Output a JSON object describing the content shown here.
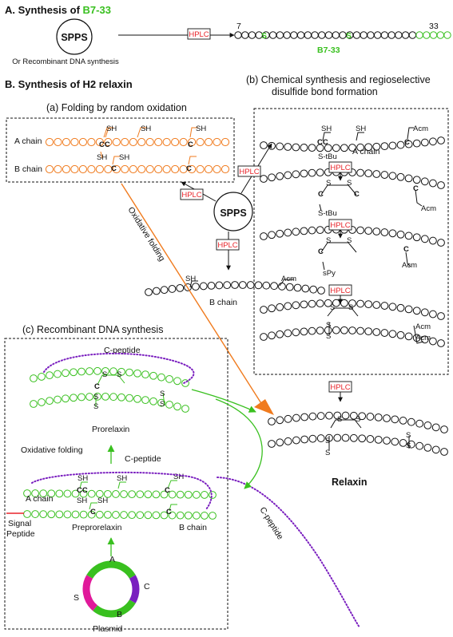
{
  "colors": {
    "green": "#39c01f",
    "orange": "#f07b1e",
    "purple": "#7a1fbf",
    "magenta": "#e0199a",
    "red": "#e8242a",
    "black": "#111111"
  },
  "section_a": {
    "title_prefix": "A. Synthesis of ",
    "title_highlight": "B7-33",
    "spps": "SPPS",
    "alt_method": "Or Recombinant DNA synthesis",
    "hplc": "HPLC",
    "start_num": "7",
    "end_num": "33",
    "s_label": "S",
    "chain_label": "B7-33"
  },
  "section_b": {
    "title": "B. Synthesis of H2 relaxin",
    "panel_a_title": "(a) Folding by random oxidation",
    "panel_b_title_line1": "(b) Chemical synthesis and regioselective",
    "panel_b_title_line2": "disulfide bond formation",
    "panel_c_title": "(c) Recombinant DNA synthesis",
    "a_chain": "A chain",
    "b_chain": "B chain",
    "sh": "SH",
    "c": "C",
    "cc": "CC",
    "s": "S",
    "acm": "Acm",
    "stbu": "S-tBu",
    "spy": "sPy",
    "hplc": "HPLC",
    "spps": "SPPS",
    "oxidative_folding": "Oxidative folding",
    "relaxin": "Relaxin",
    "c_peptide": "C-peptide",
    "prorelaxin": "Prorelaxin",
    "preprorelaxin": "Preprorelaxin",
    "signal_peptide_line1": "Signal",
    "signal_peptide_line2": "Peptide",
    "plasmid": "Plasmid",
    "plasmid_a": "A",
    "plasmid_b": "B",
    "plasmid_c": "C",
    "plasmid_s": "S"
  }
}
